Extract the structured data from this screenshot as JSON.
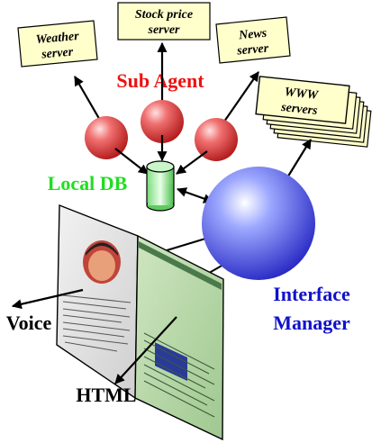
{
  "servers": {
    "weather": [
      "Weather",
      "server"
    ],
    "stock": [
      "Stock price",
      "server"
    ],
    "news": [
      "News",
      "server"
    ],
    "www": [
      "WWW",
      "servers"
    ]
  },
  "labels": {
    "sub_agent": "Sub Agent",
    "local_db": "Local DB",
    "interface_manager": [
      "Interface",
      "Manager"
    ],
    "voice": "Voice",
    "html": "HTML"
  },
  "colors": {
    "box_fill": "#ffffcc",
    "sub_agent": "#ee1111",
    "local_db": "#22dd22",
    "interface_manager": "#1111cc",
    "output": "#000000"
  }
}
